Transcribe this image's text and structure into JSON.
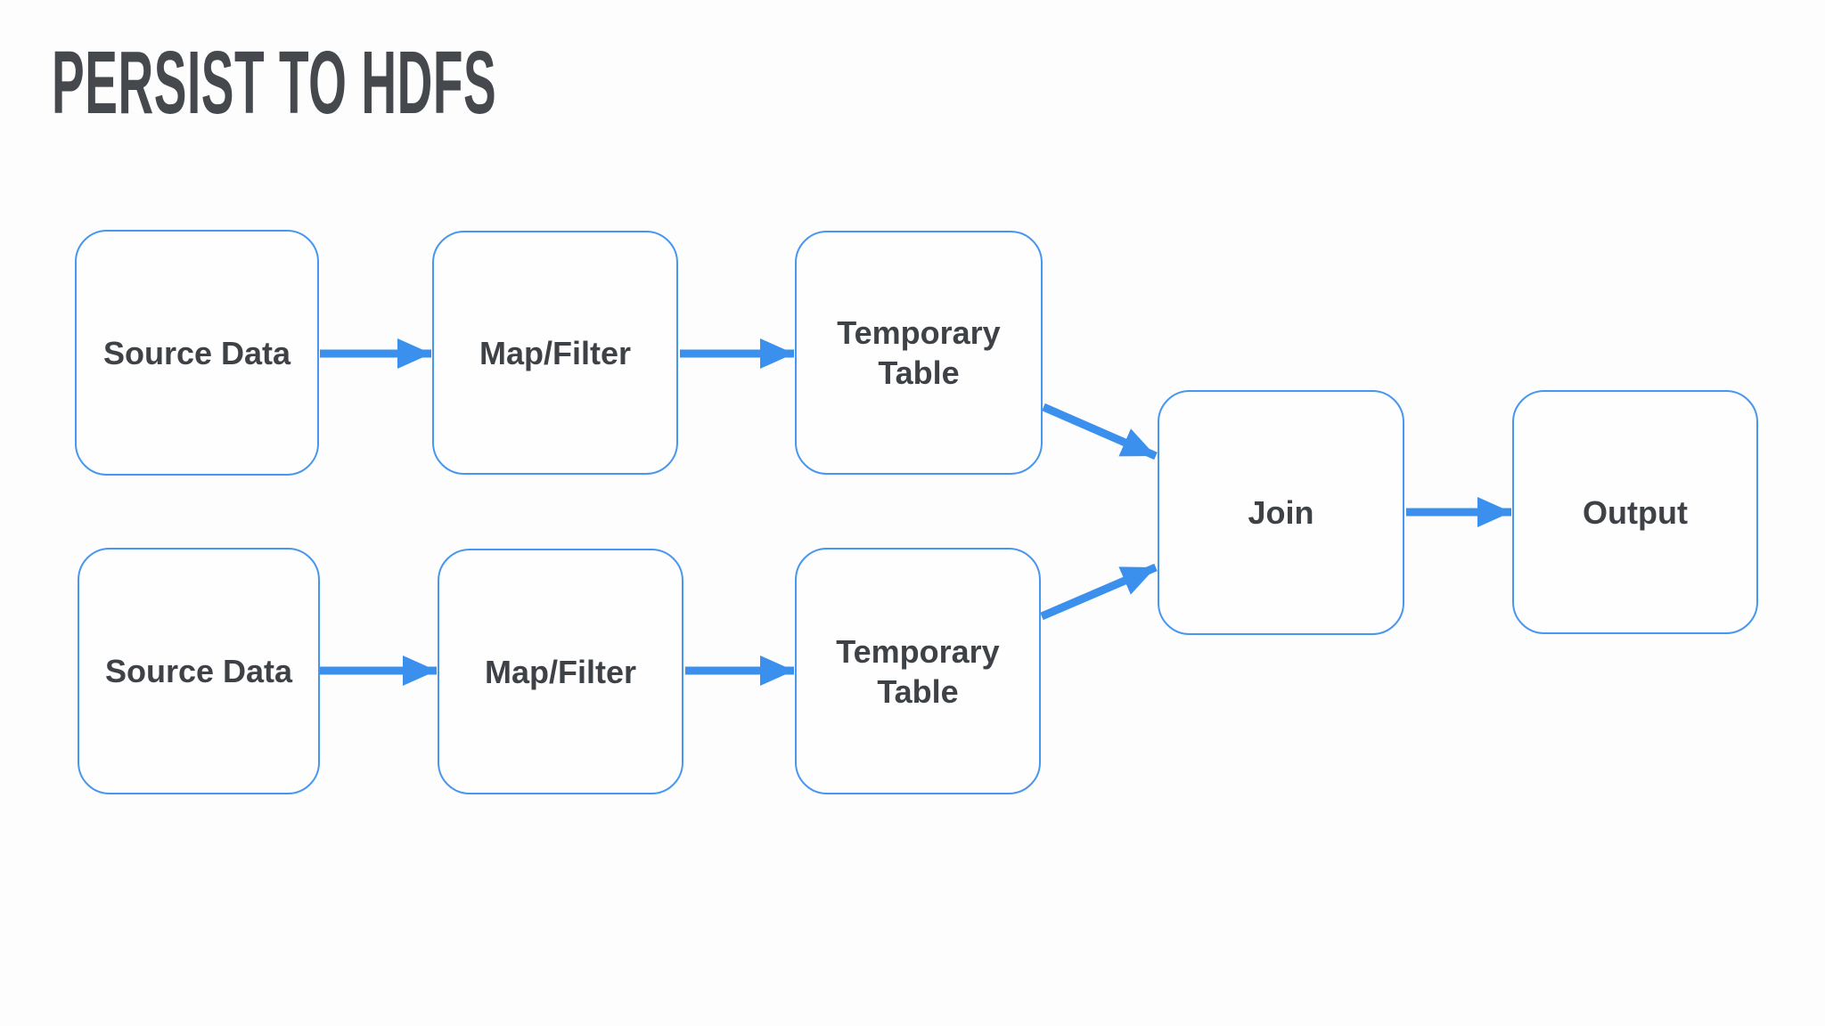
{
  "title": "PERSIST TO HDFS",
  "diagram": {
    "nodes": [
      {
        "id": "source-data-1",
        "label": "Source Data"
      },
      {
        "id": "map-filter-1",
        "label": "Map/Filter"
      },
      {
        "id": "temp-table-1",
        "label": "Temporary Table"
      },
      {
        "id": "source-data-2",
        "label": "Source Data"
      },
      {
        "id": "map-filter-2",
        "label": "Map/Filter"
      },
      {
        "id": "temp-table-2",
        "label": "Temporary Table"
      },
      {
        "id": "join",
        "label": "Join"
      },
      {
        "id": "output",
        "label": "Output"
      }
    ],
    "edges": [
      {
        "from": "source-data-1",
        "to": "map-filter-1"
      },
      {
        "from": "map-filter-1",
        "to": "temp-table-1"
      },
      {
        "from": "temp-table-1",
        "to": "join"
      },
      {
        "from": "source-data-2",
        "to": "map-filter-2"
      },
      {
        "from": "map-filter-2",
        "to": "temp-table-2"
      },
      {
        "from": "temp-table-2",
        "to": "join"
      },
      {
        "from": "join",
        "to": "output"
      }
    ]
  },
  "colors": {
    "background": "#fdfdfd",
    "node_fill": "#fefefe",
    "node_border": "#4797ef",
    "arrow": "#3a90ec",
    "node_text": "#3e4247",
    "title_text": "#45484c"
  }
}
